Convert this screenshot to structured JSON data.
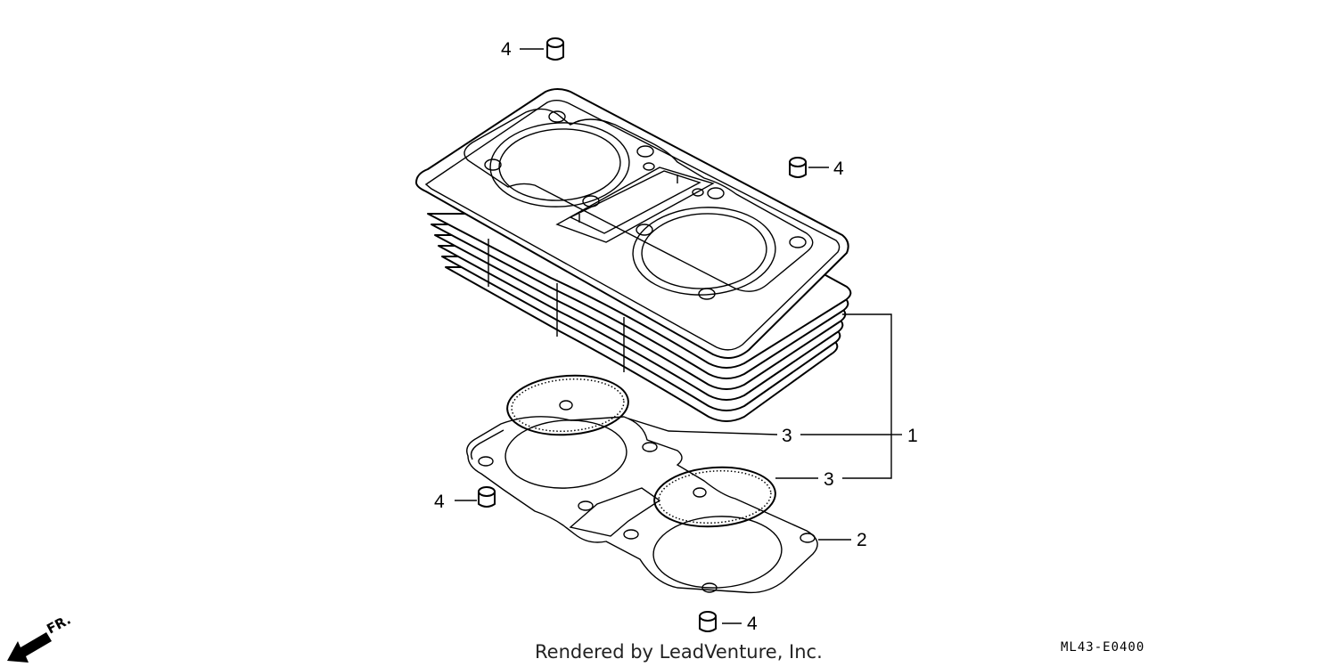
{
  "callouts": {
    "cylinder": "1",
    "gasket": "2",
    "o_ring_upper": "3",
    "o_ring_lower": "3",
    "dowel_top": "4",
    "dowel_right": "4",
    "dowel_left": "4",
    "dowel_bottom": "4"
  },
  "direction_label": "FR.",
  "credit": "Rendered by LeadVenture, Inc.",
  "diagram_code": "ML43-E0400",
  "icons": {
    "direction": "arrow-front-icon"
  },
  "colors": {
    "ink": "#000000",
    "background": "#ffffff"
  }
}
